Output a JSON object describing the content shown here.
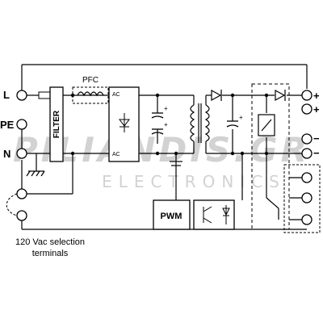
{
  "terminals": {
    "L": "L",
    "PE": "PE",
    "N": "N"
  },
  "blocks": {
    "filter": "FILTER",
    "pfc": "PFC",
    "ac_top": "AC",
    "ac_bottom": "AC",
    "pwm": "PWM"
  },
  "outputs": {
    "plus_1": "+",
    "plus_2": "+",
    "minus_1": "−",
    "minus_2": "−"
  },
  "caption": {
    "line1": "120 Vac selection",
    "line2": "terminals"
  },
  "watermark": {
    "brand": "PILIANDIS.GR",
    "sub": "ELECTRONICS"
  }
}
